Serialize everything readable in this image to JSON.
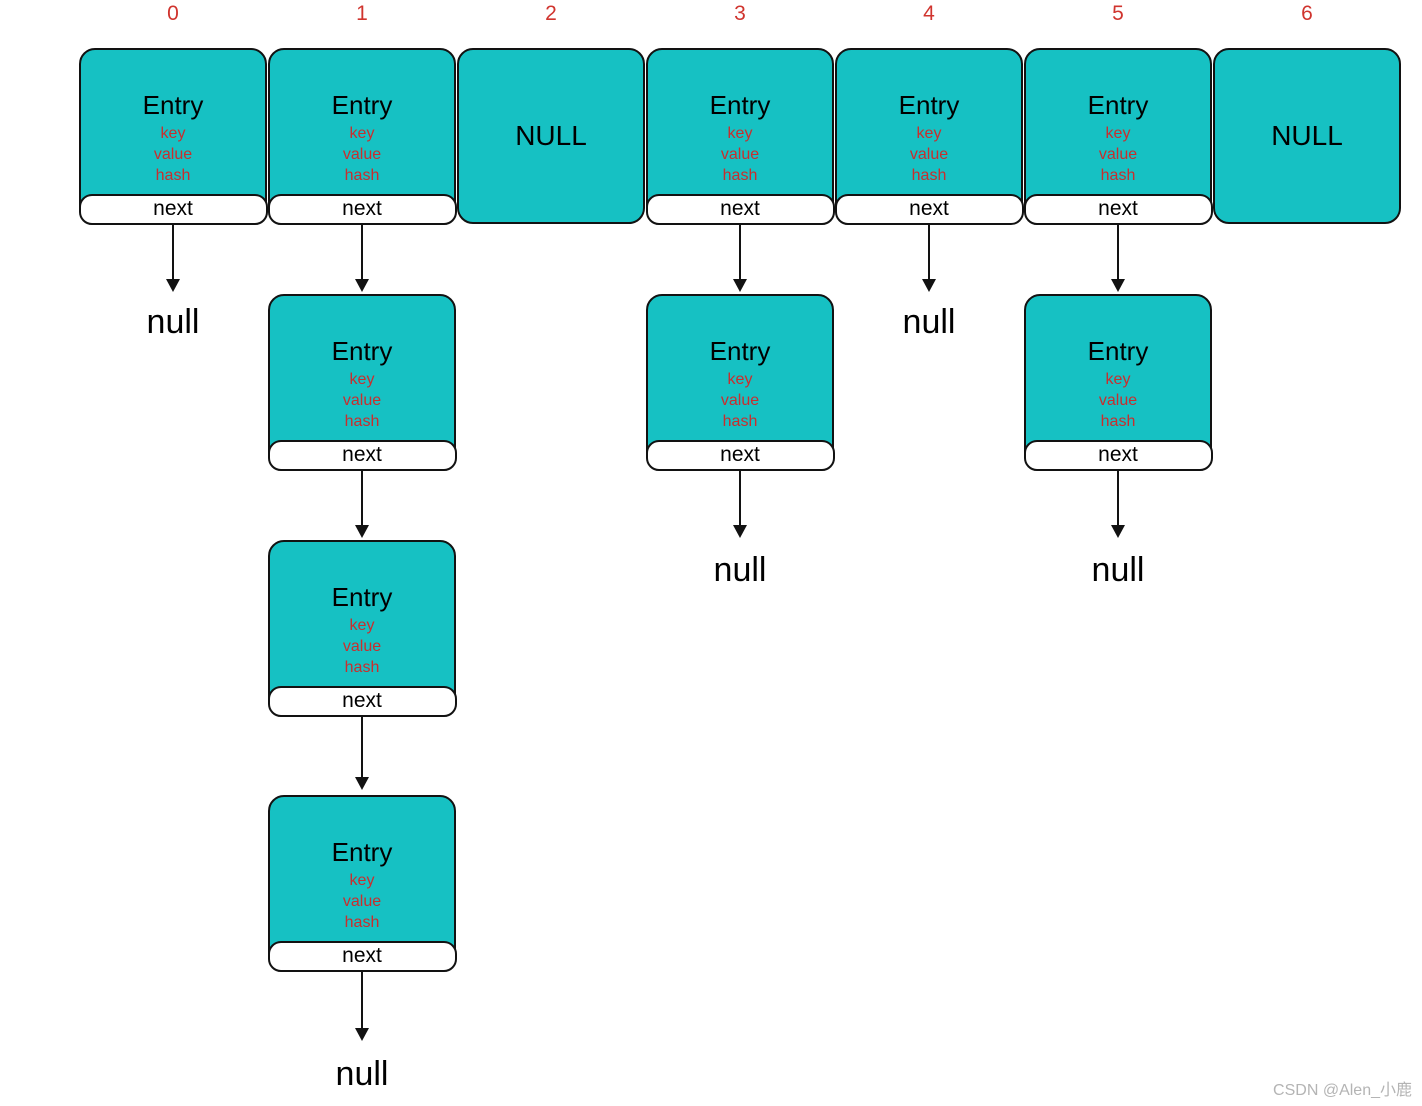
{
  "diagram": {
    "type": "hashmap-bucket-array-with-linked-lists",
    "indices": [
      "0",
      "1",
      "2",
      "3",
      "4",
      "5",
      "6"
    ],
    "labels": {
      "entry_title": "Entry",
      "entry_fields": [
        "key",
        "value",
        "hash"
      ],
      "next": "next",
      "null_slot": "NULL",
      "null_ref": "null"
    },
    "colors": {
      "node_fill": "#16c1c3",
      "node_border": "#121212",
      "entry_field_text": "#c92e2e",
      "index_text": "#d0342e",
      "arrow": "#121212",
      "null_text": "#000000",
      "watermark_text": "#b4b4b4"
    },
    "buckets": [
      {
        "index": "0",
        "slot": "Entry",
        "chain_entry_count": 1,
        "terminates_in": "null"
      },
      {
        "index": "1",
        "slot": "Entry",
        "chain_entry_count": 4,
        "terminates_in": "null"
      },
      {
        "index": "2",
        "slot": "NULL",
        "chain_entry_count": 0,
        "terminates_in": ""
      },
      {
        "index": "3",
        "slot": "Entry",
        "chain_entry_count": 2,
        "terminates_in": "null"
      },
      {
        "index": "4",
        "slot": "Entry",
        "chain_entry_count": 1,
        "terminates_in": "null"
      },
      {
        "index": "5",
        "slot": "Entry",
        "chain_entry_count": 2,
        "terminates_in": "null"
      },
      {
        "index": "6",
        "slot": "NULL",
        "chain_entry_count": 0,
        "terminates_in": ""
      }
    ]
  },
  "watermark": {
    "text": "CSDN @Alen_小鹿"
  }
}
